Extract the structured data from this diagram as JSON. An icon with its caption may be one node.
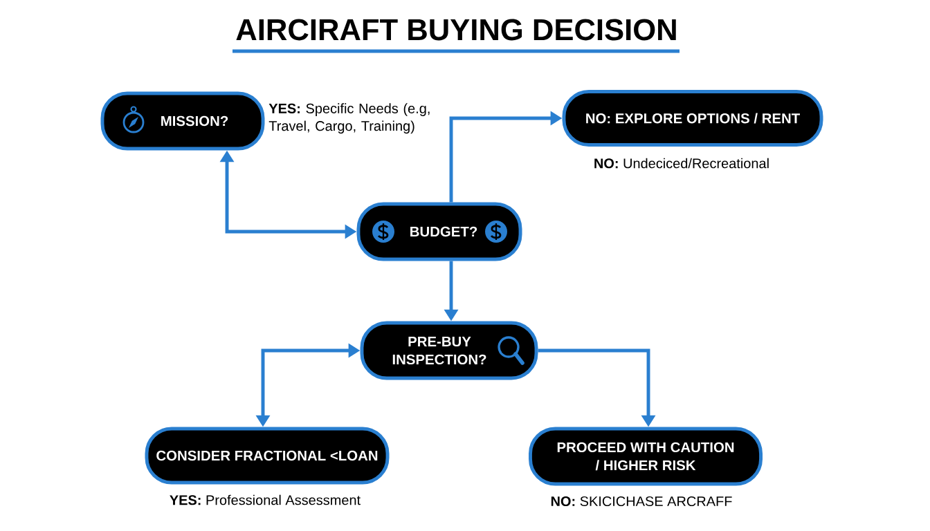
{
  "diagram": {
    "title": "AIRCIRAFT BUYING DECISION",
    "nodes": [
      {
        "text": [
          "MISSION?"
        ],
        "beside": [
          "**YES:** Specific Needs (e.g, Travel, Cargo, Training)"
        ]
      },
      {
        "text": [
          "NO: EXPLORE OPTIONS / RENT"
        ],
        "beside": [
          "**NO:** Undeciced/Recreational"
        ]
      },
      {
        "text": [
          "BUDGET?"
        ]
      },
      {
        "text": [
          "PRE-BUY INSPECTION?"
        ]
      },
      {
        "text": [
          "CONSIDER FRACTIONAL <LOAN"
        ],
        "beside": [
          "**YES:** Professional Assessment"
        ]
      },
      {
        "text": [
          "PROCEED WITH CAUTION / HIGHER RISK"
        ],
        "beside": [
          "**NO:** SKICICHASE ARCRAFF"
        ]
      }
    ],
    "edges": [
      {
        "from": 0,
        "to": 2,
        "arrow": "both"
      },
      {
        "from": 2,
        "to": 1,
        "arrow": "to"
      },
      {
        "from": 2,
        "to": 3,
        "arrow": "to"
      },
      {
        "from": 3,
        "to": 4,
        "arrow": "both"
      },
      {
        "from": 3,
        "to": 5,
        "arrow": "to"
      }
    ]
  }
}
